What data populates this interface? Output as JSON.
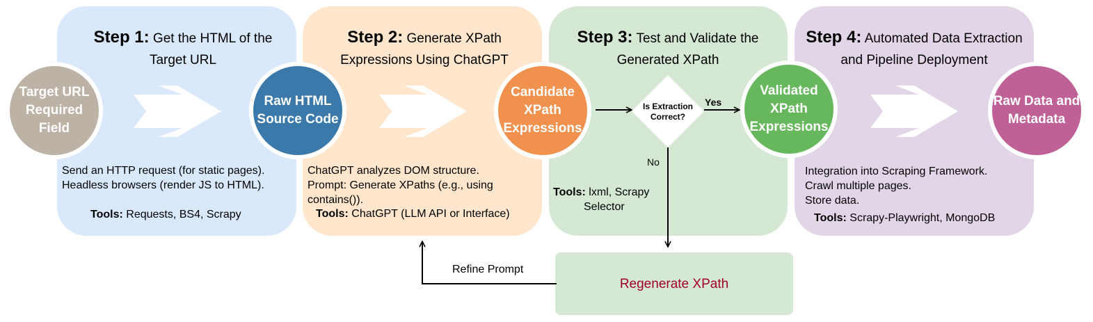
{
  "steps": [
    {
      "number": "Step 1:",
      "title_line1": "Get the HTML of the",
      "title_line2": "Target URL",
      "description": "Send an HTTP request (for static pages).\nHeadless browsers (render JS to HTML).",
      "tools_label": "Tools:",
      "tools_value": "Requests, BS4, Scrapy"
    },
    {
      "number": "Step 2:",
      "title_line1": "Generate XPath",
      "title_line2": "Expressions Using ChatGPT",
      "description": "ChatGPT analyzes DOM structure.\nPrompt: Generate XPaths (e.g., using\ncontains()).",
      "tools_label": "Tools:",
      "tools_value": "ChatGPT (LLM API or Interface)"
    },
    {
      "number": "Step 3:",
      "title_line1": "Test and Validate the",
      "title_line2": "Generated XPath",
      "tools_label": "Tools:",
      "tools_value_line1": "lxml, Scrapy",
      "tools_value_line2": "Selector"
    },
    {
      "number": "Step 4:",
      "title_line1": "Automated Data Extraction",
      "title_line2": "and Pipeline Deployment",
      "description": "Integration into Scraping Framework.\nCrawl multiple pages.\nStore data.",
      "tools_label": "Tools:",
      "tools_value": "Scrapy-Playwright, MongoDB"
    }
  ],
  "nodes": {
    "target": "Target URL\nRequired Field",
    "raw_html": "Raw HTML\nSource Code",
    "candidate": "Candidate\nXPath\nExpressions",
    "validated": "Validated\nXPath\nExpressions",
    "raw_data": "Raw Data and\nMetadata"
  },
  "decision": {
    "line1": "Is Extraction",
    "line2": "Correct?",
    "yes_label": "Yes",
    "no_label": "No"
  },
  "regenerate": {
    "label": "Regenerate XPath",
    "feedback_label": "Refine Prompt"
  },
  "colors": {
    "step1_bg": "#dae8fc",
    "step2_bg": "#ffe6cc",
    "step3_bg": "#d5e8d4",
    "step4_bg": "#e1d5e7",
    "target_node": "#bdb2a6",
    "raw_html_node": "#3a79a9",
    "candidate_node": "#f0914d",
    "validated_node": "#67b85d",
    "raw_data_node": "#bf6097",
    "regenerate_text": "#a20025"
  }
}
